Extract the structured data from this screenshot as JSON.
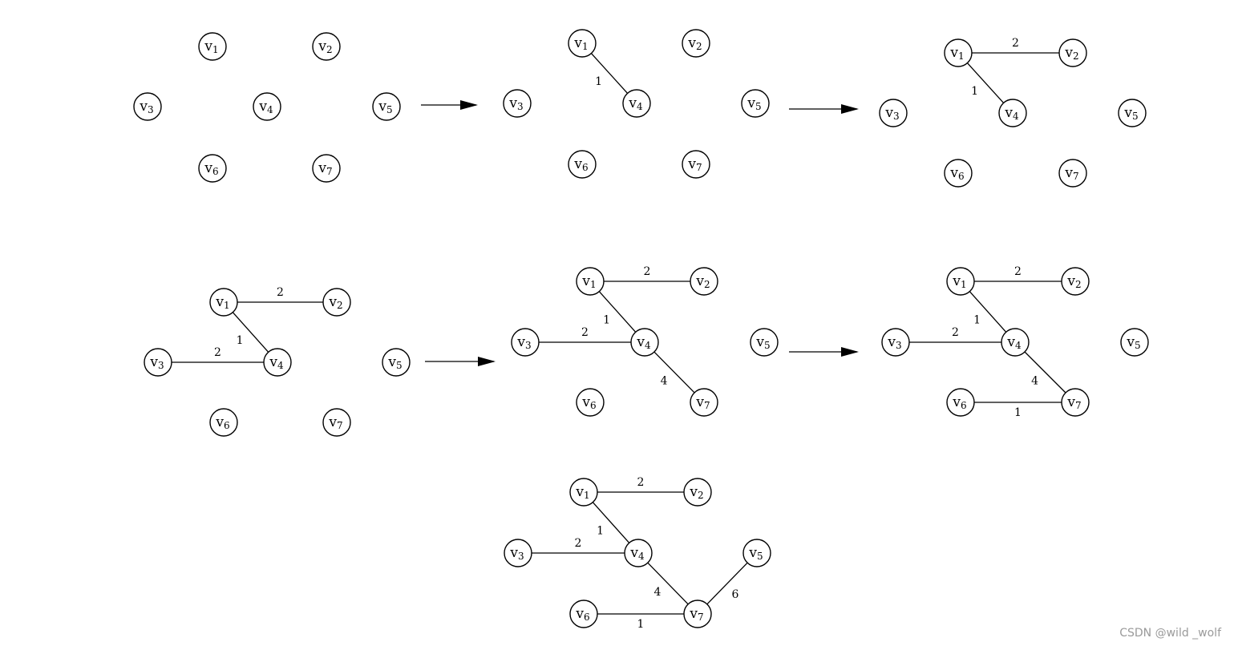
{
  "stages": [
    {
      "id": "stage-1",
      "nodes": [
        {
          "id": "v1",
          "base": "v",
          "sub": "1"
        },
        {
          "id": "v2",
          "base": "v",
          "sub": "2"
        },
        {
          "id": "v3",
          "base": "v",
          "sub": "3"
        },
        {
          "id": "v4",
          "base": "v",
          "sub": "4"
        },
        {
          "id": "v5",
          "base": "v",
          "sub": "5"
        },
        {
          "id": "v6",
          "base": "v",
          "sub": "6"
        },
        {
          "id": "v7",
          "base": "v",
          "sub": "7"
        }
      ],
      "edges": []
    },
    {
      "id": "stage-2",
      "nodes": [
        {
          "id": "v1",
          "base": "v",
          "sub": "1"
        },
        {
          "id": "v2",
          "base": "v",
          "sub": "2"
        },
        {
          "id": "v3",
          "base": "v",
          "sub": "3"
        },
        {
          "id": "v4",
          "base": "v",
          "sub": "4"
        },
        {
          "id": "v5",
          "base": "v",
          "sub": "5"
        },
        {
          "id": "v6",
          "base": "v",
          "sub": "6"
        },
        {
          "id": "v7",
          "base": "v",
          "sub": "7"
        }
      ],
      "edges": [
        {
          "from": "v1",
          "to": "v4",
          "weight": "1"
        }
      ]
    },
    {
      "id": "stage-3",
      "nodes": [
        {
          "id": "v1",
          "base": "v",
          "sub": "1"
        },
        {
          "id": "v2",
          "base": "v",
          "sub": "2"
        },
        {
          "id": "v3",
          "base": "v",
          "sub": "3"
        },
        {
          "id": "v4",
          "base": "v",
          "sub": "4"
        },
        {
          "id": "v5",
          "base": "v",
          "sub": "5"
        },
        {
          "id": "v6",
          "base": "v",
          "sub": "6"
        },
        {
          "id": "v7",
          "base": "v",
          "sub": "7"
        }
      ],
      "edges": [
        {
          "from": "v1",
          "to": "v2",
          "weight": "2"
        },
        {
          "from": "v1",
          "to": "v4",
          "weight": "1"
        }
      ]
    },
    {
      "id": "stage-4",
      "nodes": [
        {
          "id": "v1",
          "base": "v",
          "sub": "1"
        },
        {
          "id": "v2",
          "base": "v",
          "sub": "2"
        },
        {
          "id": "v3",
          "base": "v",
          "sub": "3"
        },
        {
          "id": "v4",
          "base": "v",
          "sub": "4"
        },
        {
          "id": "v5",
          "base": "v",
          "sub": "5"
        },
        {
          "id": "v6",
          "base": "v",
          "sub": "6"
        },
        {
          "id": "v7",
          "base": "v",
          "sub": "7"
        }
      ],
      "edges": [
        {
          "from": "v1",
          "to": "v2",
          "weight": "2"
        },
        {
          "from": "v1",
          "to": "v4",
          "weight": "1"
        },
        {
          "from": "v3",
          "to": "v4",
          "weight": "2"
        }
      ]
    },
    {
      "id": "stage-5",
      "nodes": [
        {
          "id": "v1",
          "base": "v",
          "sub": "1"
        },
        {
          "id": "v2",
          "base": "v",
          "sub": "2"
        },
        {
          "id": "v3",
          "base": "v",
          "sub": "3"
        },
        {
          "id": "v4",
          "base": "v",
          "sub": "4"
        },
        {
          "id": "v5",
          "base": "v",
          "sub": "5"
        },
        {
          "id": "v6",
          "base": "v",
          "sub": "6"
        },
        {
          "id": "v7",
          "base": "v",
          "sub": "7"
        }
      ],
      "edges": [
        {
          "from": "v1",
          "to": "v2",
          "weight": "2"
        },
        {
          "from": "v1",
          "to": "v4",
          "weight": "1"
        },
        {
          "from": "v3",
          "to": "v4",
          "weight": "2"
        },
        {
          "from": "v4",
          "to": "v7",
          "weight": "4"
        }
      ]
    },
    {
      "id": "stage-6",
      "nodes": [
        {
          "id": "v1",
          "base": "v",
          "sub": "1"
        },
        {
          "id": "v2",
          "base": "v",
          "sub": "2"
        },
        {
          "id": "v3",
          "base": "v",
          "sub": "3"
        },
        {
          "id": "v4",
          "base": "v",
          "sub": "4"
        },
        {
          "id": "v5",
          "base": "v",
          "sub": "5"
        },
        {
          "id": "v6",
          "base": "v",
          "sub": "6"
        },
        {
          "id": "v7",
          "base": "v",
          "sub": "7"
        }
      ],
      "edges": [
        {
          "from": "v1",
          "to": "v2",
          "weight": "2"
        },
        {
          "from": "v1",
          "to": "v4",
          "weight": "1"
        },
        {
          "from": "v3",
          "to": "v4",
          "weight": "2"
        },
        {
          "from": "v4",
          "to": "v7",
          "weight": "4"
        },
        {
          "from": "v6",
          "to": "v7",
          "weight": "1"
        }
      ]
    },
    {
      "id": "stage-7",
      "nodes": [
        {
          "id": "v1",
          "base": "v",
          "sub": "1"
        },
        {
          "id": "v2",
          "base": "v",
          "sub": "2"
        },
        {
          "id": "v3",
          "base": "v",
          "sub": "3"
        },
        {
          "id": "v4",
          "base": "v",
          "sub": "4"
        },
        {
          "id": "v5",
          "base": "v",
          "sub": "5"
        },
        {
          "id": "v6",
          "base": "v",
          "sub": "6"
        },
        {
          "id": "v7",
          "base": "v",
          "sub": "7"
        }
      ],
      "edges": [
        {
          "from": "v1",
          "to": "v2",
          "weight": "2"
        },
        {
          "from": "v1",
          "to": "v4",
          "weight": "1"
        },
        {
          "from": "v3",
          "to": "v4",
          "weight": "2"
        },
        {
          "from": "v4",
          "to": "v7",
          "weight": "4"
        },
        {
          "from": "v6",
          "to": "v7",
          "weight": "1"
        },
        {
          "from": "v5",
          "to": "v7",
          "weight": "6"
        }
      ]
    }
  ],
  "arrows": [
    {
      "from": "stage-1",
      "to": "stage-2"
    },
    {
      "from": "stage-2",
      "to": "stage-3"
    },
    {
      "from": "stage-4",
      "to": "stage-5"
    },
    {
      "from": "stage-5",
      "to": "stage-6"
    }
  ],
  "watermark": "CSDN @wild _wolf"
}
